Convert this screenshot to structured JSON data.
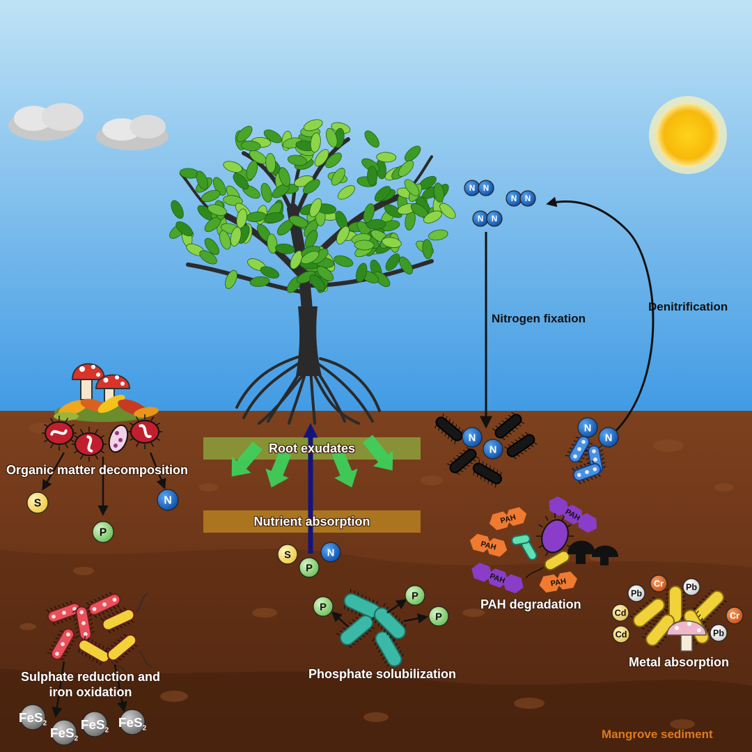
{
  "labels": {
    "root_exudates": "Root exudates",
    "nutrient_absorption": "Nutrient absorption",
    "organic_matter": "Organic matter decomposition",
    "nitrogen_fixation": "Nitrogen fixation",
    "denitrification": "Denitrification",
    "pah_degradation": "PAH degradation",
    "metal_absorption": "Metal absorption",
    "phosphate_solubilization": "Phosphate solubilization",
    "sulphate_line1": "Sulphate reduction and",
    "sulphate_line2": "iron oxidation",
    "mangrove_sediment": "Mangrove sediment"
  },
  "elements": {
    "S": "S",
    "P": "P",
    "N": "N",
    "Cr": "Cr",
    "Pb": "Pb",
    "Cd": "Cd",
    "FeS": "FeS",
    "sub2": "2",
    "PAH": "PAH"
  },
  "colors": {
    "sky_top": "#b3dbf2",
    "sky_bottom": "#4aa3e6",
    "soil_top": "#7a3f1d",
    "soil_bottom": "#4b2511",
    "root_exudates_band": "#8a9a3a",
    "nutrient_band": "#b07a1e",
    "green_arrow": "#3fcf5a",
    "up_arrow": "#14147a",
    "sediment_label": "#e07a1f",
    "nitrogen_blue": "#1e66c8",
    "phosphorus_green": "#7ac66a",
    "sulfur_yellow": "#f5d76a",
    "pah_orange": "#f07a30",
    "pah_purple": "#8a3dc8"
  },
  "icons": [
    "mangrove-tree-icon",
    "sun-icon",
    "cloud-icon",
    "mushroom-icon",
    "bacteria-icon",
    "leaf-litter-icon"
  ]
}
